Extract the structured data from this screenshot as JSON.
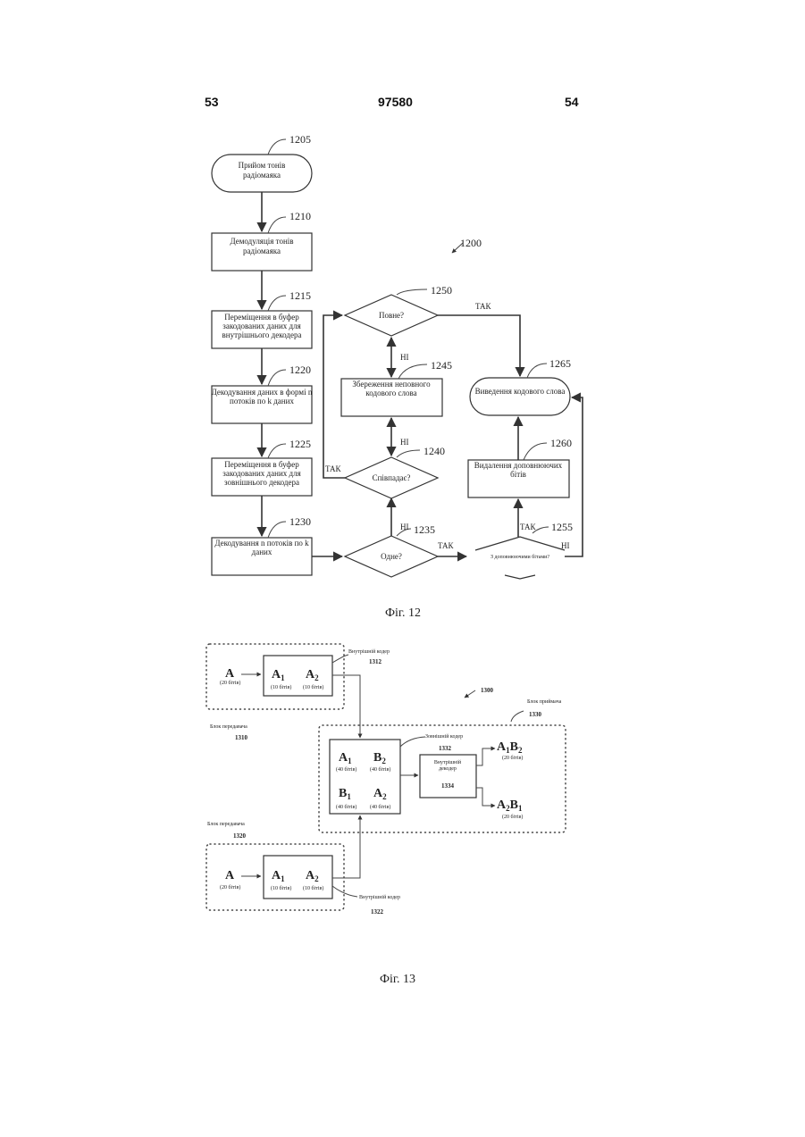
{
  "header": {
    "left_page": "53",
    "doc_number": "97580",
    "right_page": "54"
  },
  "fig12": {
    "caption": "Фіг. 12",
    "ref_main": "1200",
    "n1205": {
      "ref": "1205",
      "line1": "Прийом тонів",
      "line2": "радіомаяка"
    },
    "n1210": {
      "ref": "1210",
      "line1": "Демодуляція тонів",
      "line2": "радіомаяка"
    },
    "n1215": {
      "ref": "1215",
      "line1": "Переміщення в буфер",
      "line2": "закодованих даних для",
      "line3": "внутрішнього декодера"
    },
    "n1220": {
      "ref": "1220",
      "line1": "Декодування даних в формі n",
      "line2": "потоків по k даних"
    },
    "n1225": {
      "ref": "1225",
      "line1": "Переміщення в буфер",
      "line2": "закодованих даних для",
      "line3": "зовнішнього декодера"
    },
    "n1230": {
      "ref": "1230",
      "line1": "Декодування n потоків по k",
      "line2": "даних"
    },
    "n1235": {
      "ref": "1235",
      "text": "Одне?"
    },
    "n1240": {
      "ref": "1240",
      "text": "Співпадає?"
    },
    "n1245": {
      "ref": "1245",
      "line1": "Збереження неповного",
      "line2": "кодового слова"
    },
    "n1250": {
      "ref": "1250",
      "text": "Повне?"
    },
    "n1255": {
      "ref": "1255",
      "text": "З доповнюючими бітами?"
    },
    "n1260": {
      "ref": "1260",
      "line1": "Видалення доповнюючих",
      "line2": "бітів"
    },
    "n1265": {
      "ref": "1265",
      "text": "Виведення кодового слова"
    },
    "edges": {
      "yes_1250": "ТАК",
      "no_1250": "НІ",
      "no_1240": "НІ",
      "yes_1240": "ТАК",
      "no_1235": "НІ",
      "yes_1235": "ТАК",
      "yes_1255": "ТАК",
      "no_1255": "НІ"
    }
  },
  "fig13": {
    "caption": "Фіг. 13",
    "ref_main": "1300",
    "tx1": {
      "label": "Блок передавача",
      "ref": "1310",
      "a": "A",
      "a_bits": "(20 бітів)",
      "a1": "A",
      "a1_sub": "1",
      "a1_bits": "(10 бітів)",
      "a2": "A",
      "a2_sub": "2",
      "a2_bits": "(10 бітів)",
      "coder_label": "Внутрішній кодер",
      "coder_ref": "1312"
    },
    "tx2": {
      "label": "Блок передавача",
      "ref": "1320",
      "a": "A",
      "a_bits": "(20 бітів)",
      "a1": "A",
      "a1_sub": "1",
      "a1_bits": "(10 бітів)",
      "a2": "A",
      "a2_sub": "2",
      "a2_bits": "(10 бітів)",
      "coder_label": "Внутрішній кодер",
      "coder_ref": "1322"
    },
    "rx": {
      "label": "Блок приймача",
      "ref": "1330",
      "outer_label": "Зовнішній кодер",
      "outer_ref": "1332",
      "m_a1": "A",
      "m_a1_sub": "1",
      "m_a1_bits": "(40 бітів)",
      "m_b2": "B",
      "m_b2_sub": "2",
      "m_b2_bits": "(40 бітів)",
      "m_b1": "B",
      "m_b1_sub": "1",
      "m_b1_bits": "(40 бітів)",
      "m_a2": "A",
      "m_a2_sub": "2",
      "m_a2_bits": "(40 бітів)",
      "dec_line1": "Внутрішній",
      "dec_line2": "декодер",
      "dec_ref": "1334",
      "out1_a": "A",
      "out1_a_sub": "1",
      "out1_b": "B",
      "out1_b_sub": "2",
      "out1_bits": "(20 бітів)",
      "out2_a": "A",
      "out2_a_sub": "2",
      "out2_b": "B",
      "out2_b_sub": "1",
      "out2_bits": "(20 бітів)"
    }
  }
}
